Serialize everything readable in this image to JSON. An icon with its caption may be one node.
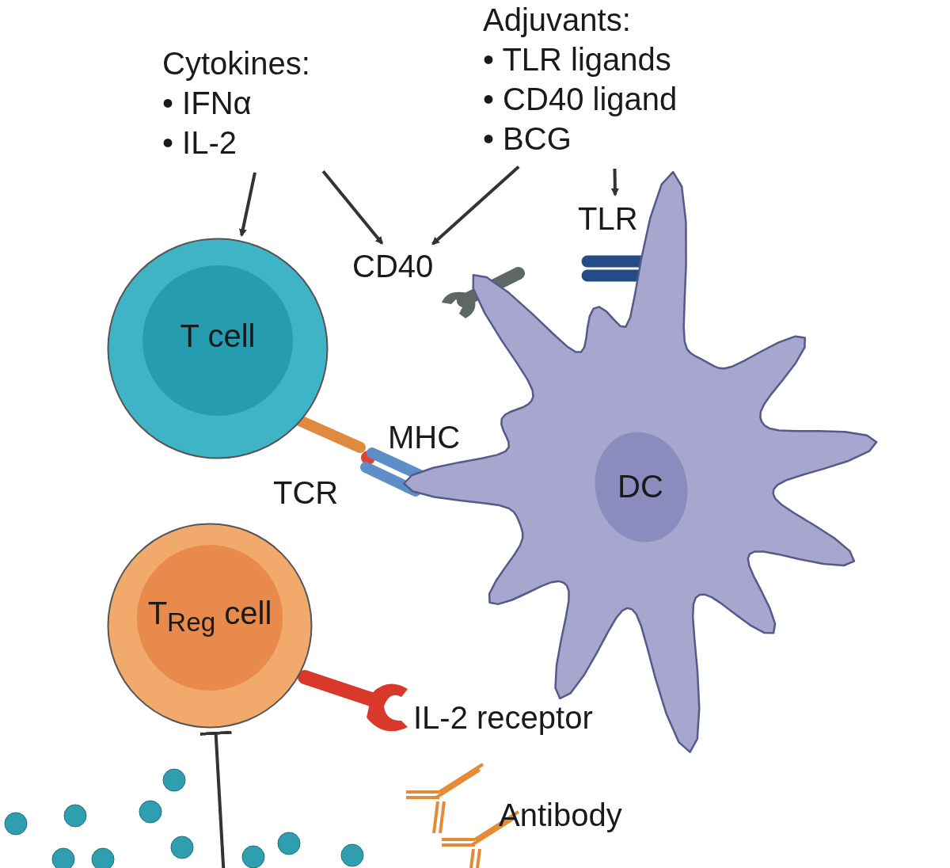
{
  "diagram": {
    "nodes": [
      {
        "text": [
          "Cytokines:",
          "• IFNα",
          "• IL-2"
        ]
      },
      {
        "text": [
          "Adjuvants:",
          "• TLR ligands",
          "• CD40 ligand",
          "• BCG"
        ]
      },
      {
        "text": [
          "T cell"
        ]
      },
      {
        "text": [
          "CD40"
        ]
      },
      {
        "text": [
          "TLR"
        ]
      },
      {
        "text": [
          "DC"
        ]
      },
      {
        "text": [
          "T$_{Reg}$ cell"
        ]
      }
    ],
    "edges": [
      {
        "from": 0,
        "to": 2,
        "arrow": "to"
      },
      {
        "from": 0,
        "to": 3,
        "arrow": "to"
      },
      {
        "from": 1,
        "to": 3,
        "arrow": "to"
      },
      {
        "from": 1,
        "to": 4,
        "arrow": "to"
      },
      {
        "from": null,
        "to": 6,
        "arrow": "other"
      }
    ],
    "labels": [
      "MHC",
      "TCR",
      "IL-2 receptor",
      "Antibody"
    ]
  }
}
